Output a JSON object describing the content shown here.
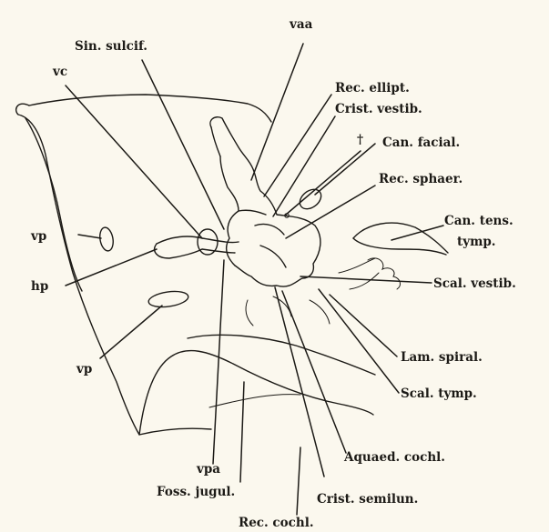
{
  "labels": {
    "vaa": "vaa",
    "sin_sulcif": "Sin. sulcif.",
    "vc": "vc",
    "rec_ellipt": "Rec. ellipt.",
    "crist_vestib": "Crist. vestib.",
    "dagger": "†",
    "can_facial": "Can. facial.",
    "rec_sphaer": "Rec. sphaer.",
    "can_tens_1": "Can. tens.",
    "can_tens_2": "tymp.",
    "vp_upper": "vp",
    "hp": "hp",
    "scal_vestib": "Scal. vestib.",
    "vp_lower": "vp",
    "lam_spiral": "Lam. spiral.",
    "scal_tymp": "Scal. tymp.",
    "aquaed_cochl": "Aquaed. cochl.",
    "vpa": "vpa",
    "foss_jugul": "Foss. jugul.",
    "crist_semilun": "Crist. semilun.",
    "rec_cochl": "Rec. cochl."
  }
}
